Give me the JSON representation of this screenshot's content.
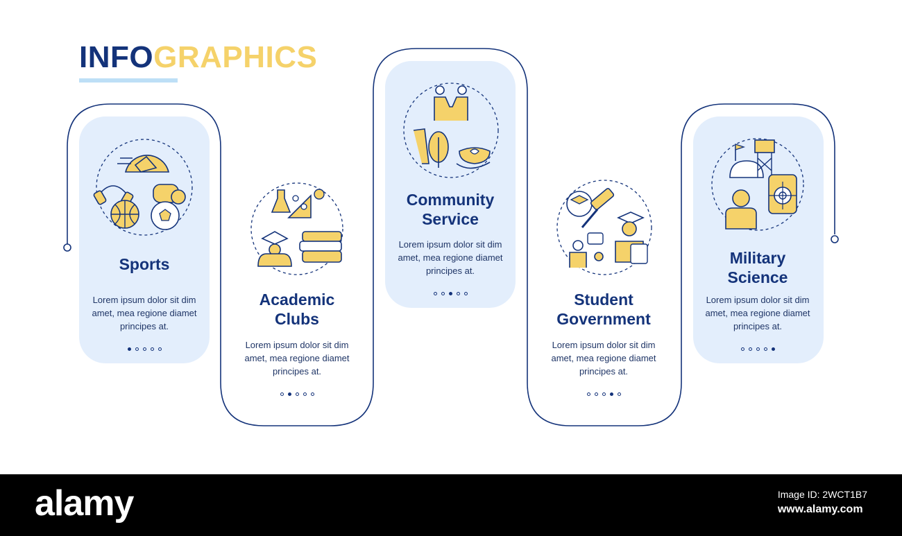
{
  "header": {
    "title_part1": "INFO",
    "title_part2": "GRAPHICS"
  },
  "colors": {
    "navy": "#14337a",
    "yellow": "#f5d26a",
    "light_blue": "#e3eefc",
    "underline": "#bddff6"
  },
  "columns": [
    {
      "name_lines": [
        "Sports"
      ],
      "desc_lines": [
        "Lorem ipsum dolor sit dim",
        "amet, mea regione diamet",
        "principes at."
      ],
      "active_step": 1,
      "icon": "sports-icon"
    },
    {
      "name_lines": [
        "Academic",
        "Clubs"
      ],
      "desc_lines": [
        "Lorem ipsum dolor sit dim",
        "amet, mea regione diamet",
        "principes at."
      ],
      "active_step": 2,
      "icon": "academic-clubs-icon"
    },
    {
      "name_lines": [
        "Community",
        "Service"
      ],
      "desc_lines": [
        "Lorem ipsum dolor sit dim",
        "amet, mea regione diamet",
        "principes at."
      ],
      "active_step": 3,
      "icon": "community-service-icon"
    },
    {
      "name_lines": [
        "Student",
        "Government"
      ],
      "desc_lines": [
        "Lorem ipsum dolor sit dim",
        "amet, mea regione diamet",
        "principes at."
      ],
      "active_step": 4,
      "icon": "student-government-icon"
    },
    {
      "name_lines": [
        "Military",
        "Science"
      ],
      "desc_lines": [
        "Lorem ipsum dolor sit dim",
        "amet, mea regione diamet",
        "principes at."
      ],
      "active_step": 5,
      "icon": "military-science-icon"
    }
  ],
  "footer": {
    "logo": "alamy",
    "image_id": "Image ID: 2WCT1B7",
    "url": "www.alamy.com"
  }
}
